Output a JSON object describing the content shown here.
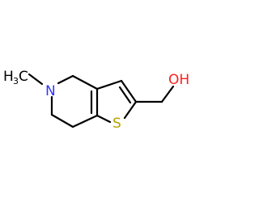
{
  "molecule": {
    "atoms": {
      "methyl_h": "H",
      "methyl_sub": "3",
      "methyl_c": "C",
      "nitrogen": "N",
      "sulfur": "S",
      "hydroxyl": "OH"
    },
    "colors": {
      "bond": "#000000",
      "carbon_text": "#000000",
      "nitrogen": "#3333ff",
      "sulfur": "#b8a000",
      "oxygen": "#ff2020"
    }
  }
}
